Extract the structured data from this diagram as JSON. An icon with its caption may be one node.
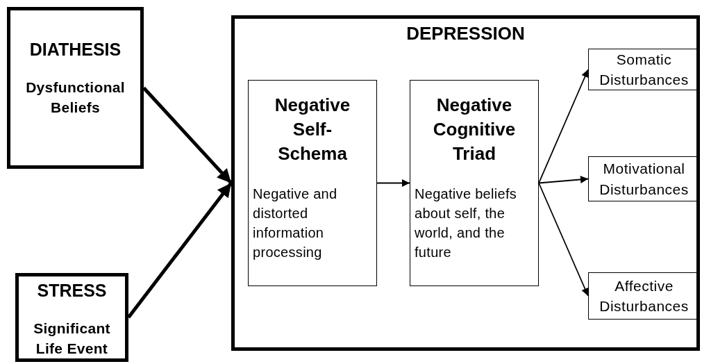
{
  "diagram": {
    "nodes": [
      {
        "text": [
          "DIATHESIS",
          "Dysfunctional Beliefs"
        ]
      },
      {
        "text": [
          "STRESS",
          "Significant Life Event"
        ]
      },
      {
        "text": [
          "DEPRESSION"
        ]
      },
      {
        "text": [
          "Negative Self-Schema",
          "Negative and distorted information processing"
        ],
        "in": 2
      },
      {
        "text": [
          "Negative Cognitive Triad",
          "Negative beliefs about self, the world, and the future"
        ],
        "in": 2
      },
      {
        "text": [
          "Somatic Disturbances"
        ],
        "in": 2
      },
      {
        "text": [
          "Motivational Disturbances"
        ],
        "in": 2
      },
      {
        "text": [
          "Affective Disturbances"
        ],
        "in": 2
      }
    ],
    "edges": [
      {
        "from": 0,
        "to": 2,
        "arrow": "to",
        "style": "thick"
      },
      {
        "from": 1,
        "to": 2,
        "arrow": "to",
        "style": "thick"
      },
      {
        "from": 3,
        "to": 4,
        "arrow": "to"
      },
      {
        "from": 4,
        "to": 5,
        "arrow": "to"
      },
      {
        "from": 4,
        "to": 6,
        "arrow": "to"
      },
      {
        "from": 4,
        "to": 7,
        "arrow": "to"
      }
    ]
  }
}
